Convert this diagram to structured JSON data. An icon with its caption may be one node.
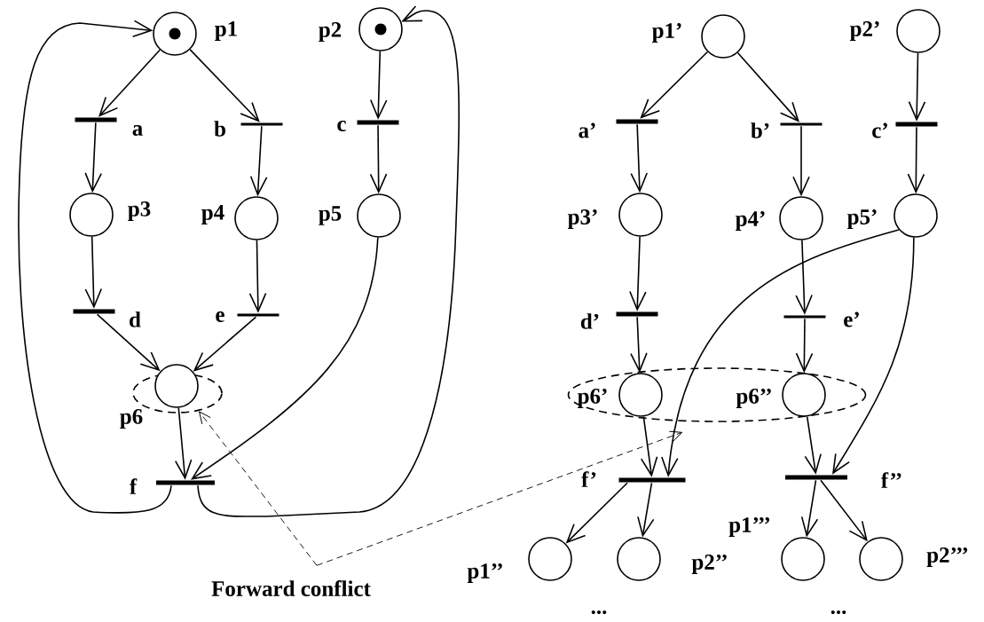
{
  "diagram": {
    "nodes": [
      {
        "text": [],
        "shape": "circle",
        "beside": [
          "p1"
        ]
      },
      {
        "text": [],
        "shape": "dot",
        "in": 0
      },
      {
        "text": [],
        "shape": "circle",
        "beside": [
          "p2"
        ]
      },
      {
        "text": [],
        "shape": "dot",
        "in": 2
      },
      {
        "text": [],
        "shape": "bar",
        "beside": [
          "a"
        ]
      },
      {
        "text": [],
        "shape": "line",
        "beside": [
          "b"
        ]
      },
      {
        "text": [],
        "shape": "bar",
        "beside": [
          "c"
        ]
      },
      {
        "text": [],
        "shape": "circle",
        "beside": [
          "p3"
        ]
      },
      {
        "text": [],
        "shape": "circle",
        "beside": [
          "p4"
        ]
      },
      {
        "text": [],
        "shape": "circle",
        "beside": [
          "p5"
        ]
      },
      {
        "text": [],
        "shape": "bar",
        "beside": [
          "d"
        ]
      },
      {
        "text": [],
        "shape": "line",
        "beside": [
          "e"
        ]
      },
      {
        "text": [],
        "shape": "ellipse"
      },
      {
        "text": [],
        "shape": "circle",
        "beside": [
          "p6"
        ]
      },
      {
        "text": [],
        "shape": "bar",
        "beside": [
          "f"
        ]
      },
      {
        "text": [],
        "shape": "circle",
        "beside": [
          "p1’"
        ]
      },
      {
        "text": [],
        "shape": "circle",
        "beside": [
          "p2’"
        ]
      },
      {
        "text": [],
        "shape": "bar",
        "beside": [
          "a’"
        ]
      },
      {
        "text": [],
        "shape": "line",
        "beside": [
          "b’"
        ]
      },
      {
        "text": [],
        "shape": "bar",
        "beside": [
          "c’"
        ]
      },
      {
        "text": [],
        "shape": "circle",
        "beside": [
          "p3’"
        ]
      },
      {
        "text": [],
        "shape": "circle",
        "beside": [
          "p4’"
        ]
      },
      {
        "text": [],
        "shape": "circle",
        "beside": [
          "p5’"
        ]
      },
      {
        "text": [],
        "shape": "bar",
        "beside": [
          "d’"
        ]
      },
      {
        "text": [],
        "shape": "line",
        "beside": [
          "e’"
        ]
      },
      {
        "text": [],
        "shape": "ellipse"
      },
      {
        "text": [],
        "shape": "circle",
        "beside": [
          "p6’"
        ],
        "in": 25
      },
      {
        "text": [],
        "shape": "circle",
        "beside": [
          "p6’’"
        ],
        "in": 25
      },
      {
        "text": [],
        "shape": "bar",
        "beside": [
          "f’"
        ]
      },
      {
        "text": [],
        "shape": "bar",
        "beside": [
          "f’’"
        ]
      },
      {
        "text": [],
        "shape": "circle",
        "beside": [
          "p1’’"
        ]
      },
      {
        "text": [],
        "shape": "circle",
        "beside": [
          "p2’’"
        ]
      },
      {
        "text": [],
        "shape": "circle",
        "beside": [
          "p1’’’"
        ]
      },
      {
        "text": [],
        "shape": "circle",
        "beside": [
          "p2’’’"
        ]
      },
      {
        "text": [
          "Forward conflict"
        ]
      }
    ],
    "edges": [
      {
        "from": 0,
        "to": 4,
        "arrow": "to"
      },
      {
        "from": 0,
        "to": 5,
        "arrow": "to"
      },
      {
        "from": 2,
        "to": 6,
        "arrow": "to"
      },
      {
        "from": 4,
        "to": 7,
        "arrow": "to"
      },
      {
        "from": 5,
        "to": 8,
        "arrow": "to"
      },
      {
        "from": 6,
        "to": 9,
        "arrow": "to"
      },
      {
        "from": 7,
        "to": 10,
        "arrow": "to"
      },
      {
        "from": 8,
        "to": 11,
        "arrow": "to"
      },
      {
        "from": 10,
        "to": 13,
        "arrow": "to"
      },
      {
        "from": 11,
        "to": 13,
        "arrow": "to"
      },
      {
        "from": 13,
        "to": 14,
        "arrow": "to"
      },
      {
        "from": 9,
        "to": 14,
        "arrow": "to"
      },
      {
        "from": 14,
        "to": 0,
        "arrow": "to"
      },
      {
        "from": 14,
        "to": 2,
        "arrow": "to"
      },
      {
        "from": 15,
        "to": 17,
        "arrow": "to"
      },
      {
        "from": 15,
        "to": 18,
        "arrow": "to"
      },
      {
        "from": 16,
        "to": 19,
        "arrow": "to"
      },
      {
        "from": 17,
        "to": 20,
        "arrow": "to"
      },
      {
        "from": 18,
        "to": 21,
        "arrow": "to"
      },
      {
        "from": 19,
        "to": 22,
        "arrow": "to"
      },
      {
        "from": 20,
        "to": 23,
        "arrow": "to"
      },
      {
        "from": 21,
        "to": 24,
        "arrow": "to"
      },
      {
        "from": 23,
        "to": 26,
        "arrow": "to"
      },
      {
        "from": 24,
        "to": 27,
        "arrow": "to"
      },
      {
        "from": 26,
        "to": 28,
        "arrow": "to"
      },
      {
        "from": 27,
        "to": 29,
        "arrow": "to"
      },
      {
        "from": 22,
        "to": 28,
        "arrow": "to"
      },
      {
        "from": 22,
        "to": 29,
        "arrow": "to"
      },
      {
        "from": 28,
        "to": 30,
        "arrow": "to"
      },
      {
        "from": 28,
        "to": 31,
        "arrow": "to"
      },
      {
        "from": 29,
        "to": 32,
        "arrow": "to"
      },
      {
        "from": 29,
        "to": 33,
        "arrow": "to"
      },
      {
        "from": 34,
        "to": 12,
        "arrow": "to",
        "style": "dashed"
      },
      {
        "from": 34,
        "to": 25,
        "arrow": "to",
        "style": "dashed"
      }
    ],
    "labels": [
      "...",
      "..."
    ]
  }
}
